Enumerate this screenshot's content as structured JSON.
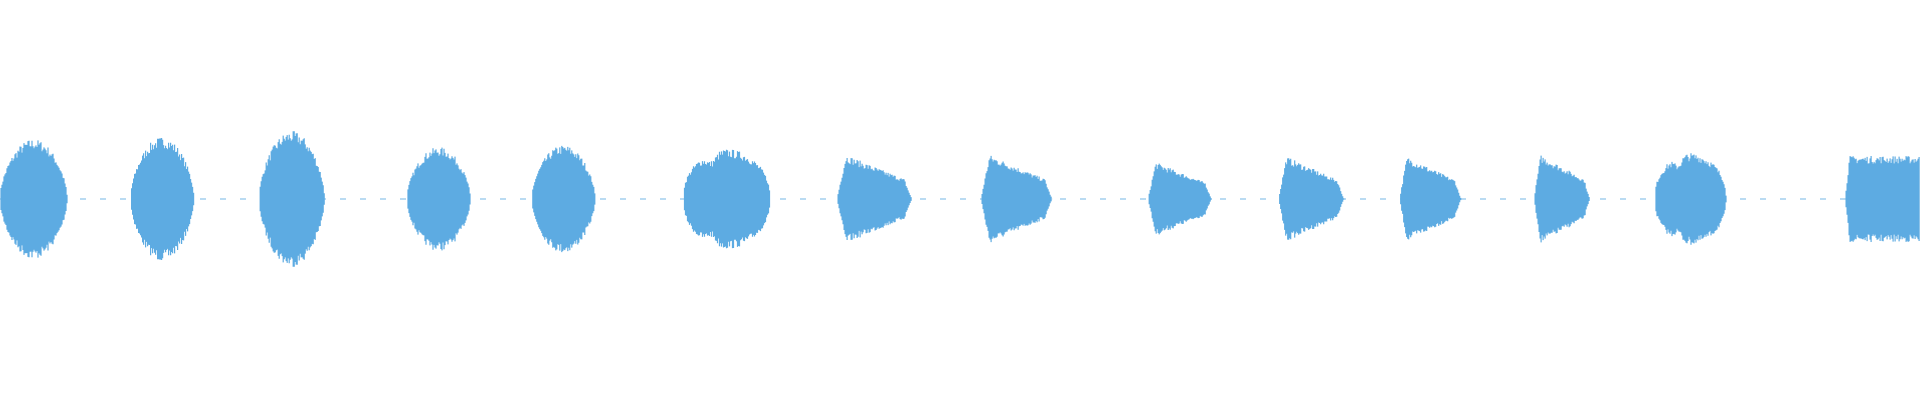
{
  "waveform": {
    "color": "#5dabe2",
    "background": "#ffffff",
    "segments": [
      {
        "start": 0.0,
        "end": 0.035,
        "amplitude": 0.3,
        "shape": "round"
      },
      {
        "start": 0.068,
        "end": 0.101,
        "amplitude": 0.31,
        "shape": "round"
      },
      {
        "start": 0.135,
        "end": 0.169,
        "amplitude": 0.34,
        "shape": "round"
      },
      {
        "start": 0.212,
        "end": 0.245,
        "amplitude": 0.26,
        "shape": "round"
      },
      {
        "start": 0.277,
        "end": 0.31,
        "amplitude": 0.27,
        "shape": "round"
      },
      {
        "start": 0.356,
        "end": 0.401,
        "amplitude": 0.25,
        "shape": "double"
      },
      {
        "start": 0.436,
        "end": 0.475,
        "amplitude": 0.24,
        "shape": "decay"
      },
      {
        "start": 0.511,
        "end": 0.548,
        "amplitude": 0.24,
        "shape": "decay"
      },
      {
        "start": 0.598,
        "end": 0.631,
        "amplitude": 0.2,
        "shape": "decay"
      },
      {
        "start": 0.666,
        "end": 0.7,
        "amplitude": 0.23,
        "shape": "decay"
      },
      {
        "start": 0.729,
        "end": 0.761,
        "amplitude": 0.23,
        "shape": "decay"
      },
      {
        "start": 0.799,
        "end": 0.828,
        "amplitude": 0.24,
        "shape": "decay"
      },
      {
        "start": 0.862,
        "end": 0.899,
        "amplitude": 0.23,
        "shape": "double"
      },
      {
        "start": 0.961,
        "end": 1.0,
        "amplitude": 0.24,
        "shape": "flat"
      }
    ]
  }
}
